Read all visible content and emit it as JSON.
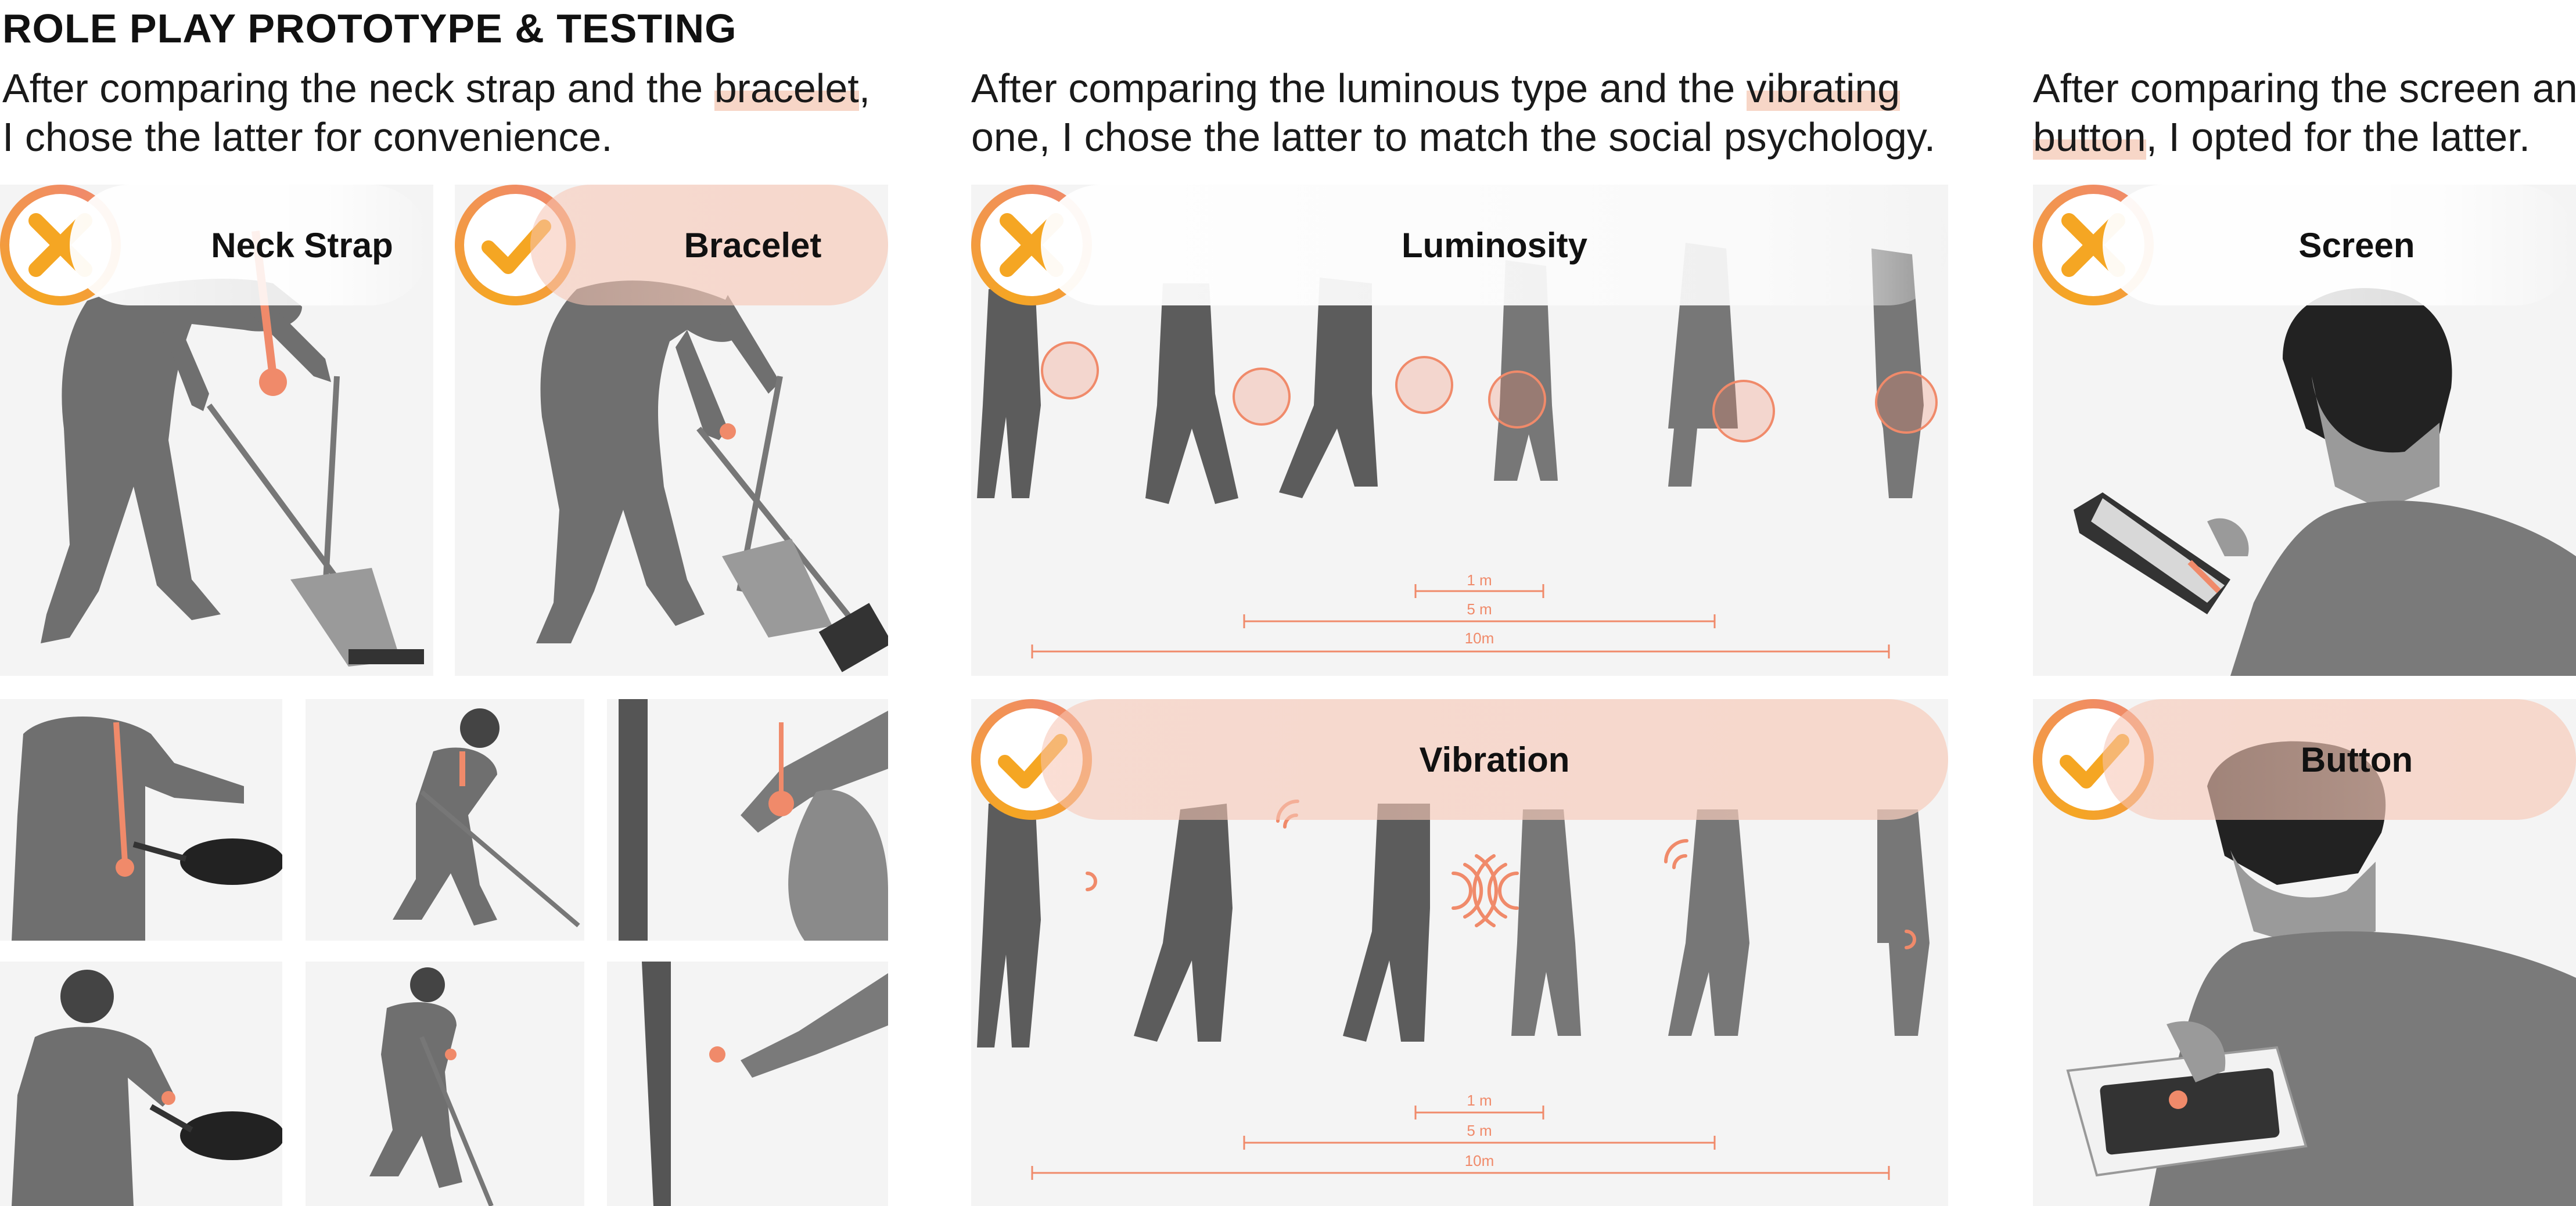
{
  "title": "ROLE PLAY PROTOTYPE & TESTING",
  "sections": [
    {
      "line1_pre": "After comparing the neck strap and the ",
      "line1_hl": "bracelet",
      "line1_post": ",",
      "line2_pre": "",
      "line2_hl": "",
      "line2_post": "I chose the latter for convenience."
    },
    {
      "line1_pre": "After comparing the luminous type and the ",
      "line1_hl": "vibrating",
      "line1_post": "",
      "line2_pre": "",
      "line2_hl": "",
      "line2_post": "one, I chose the latter to match the social psychology."
    },
    {
      "line1_pre": "After comparing the screen and",
      "line1_hl": "",
      "line1_post": "",
      "line2_pre": "",
      "line2_hl": "button",
      "line2_post": ", I opted for the latter."
    }
  ],
  "options": {
    "neck_strap": {
      "label": "Neck Strap",
      "verdict": "rejected"
    },
    "bracelet": {
      "label": "Bracelet",
      "verdict": "chosen"
    },
    "luminosity": {
      "label": "Luminosity",
      "verdict": "rejected"
    },
    "vibration": {
      "label": "Vibration",
      "verdict": "chosen"
    },
    "screen": {
      "label": "Screen",
      "verdict": "rejected"
    },
    "button": {
      "label": "Button",
      "verdict": "chosen"
    }
  },
  "scale": {
    "short": "1 m",
    "mid": "5 m",
    "long": "10m"
  },
  "colors": {
    "accent": "#f08a6a",
    "accent_light": "#f7c9b6",
    "badge_ring": "#f5a623",
    "photo_bg": "#f4f4f4",
    "figure": "#6a6a6a"
  },
  "icons": {
    "reject": "cross-icon",
    "accept": "check-icon"
  }
}
